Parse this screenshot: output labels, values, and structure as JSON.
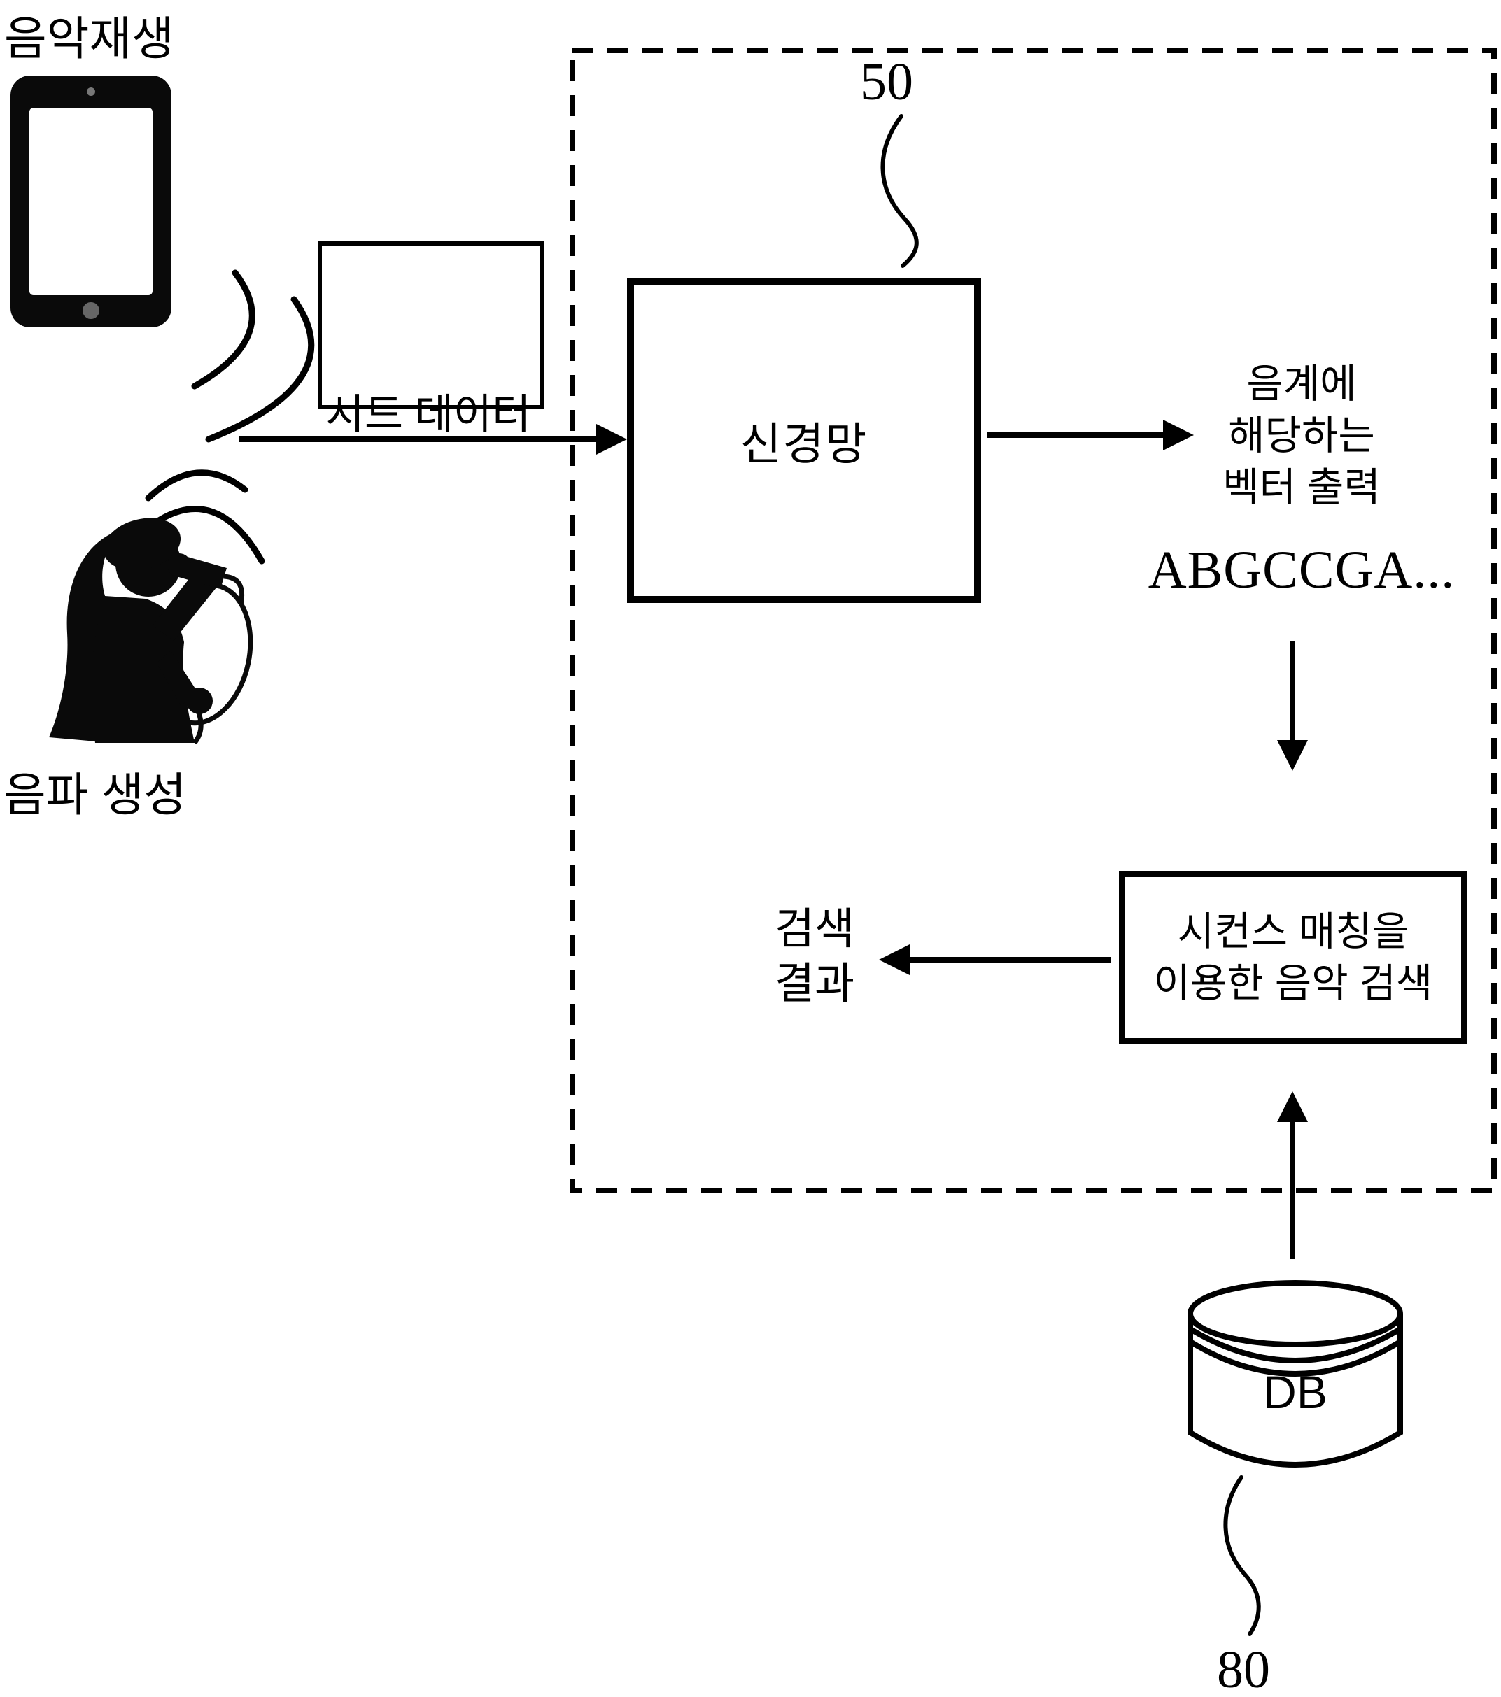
{
  "figure": {
    "type": "patent-style block diagram",
    "topic": "music search using neural network and sequence matching"
  },
  "labels": {
    "music_playback": "음악재생",
    "seed_data": "시드 데이터",
    "sound_generation": "음파 생성",
    "neural_network": "신경망",
    "output_vector_lines": [
      "음계에",
      "해당하는",
      "벡터 출력"
    ],
    "sequence_output": "ABGCCGA...",
    "music_search_lines": [
      "시컨스 매칭을",
      "이용한 음악 검색"
    ],
    "search_result_lines": [
      "검색",
      "결과"
    ],
    "db": "DB",
    "ref_50": "50",
    "ref_80": "80"
  },
  "icons": {
    "tablet": "tablet-icon",
    "sound_waves_top": "sound-waves-icon",
    "sound_waves_bottom": "sound-waves-icon",
    "waveform": "waveform-icon",
    "singer": "singer-silhouette-icon",
    "database": "database-cylinder-icon"
  },
  "colors": {
    "ink": "#000000",
    "background": "#ffffff",
    "tablet_detail": "#888888"
  }
}
